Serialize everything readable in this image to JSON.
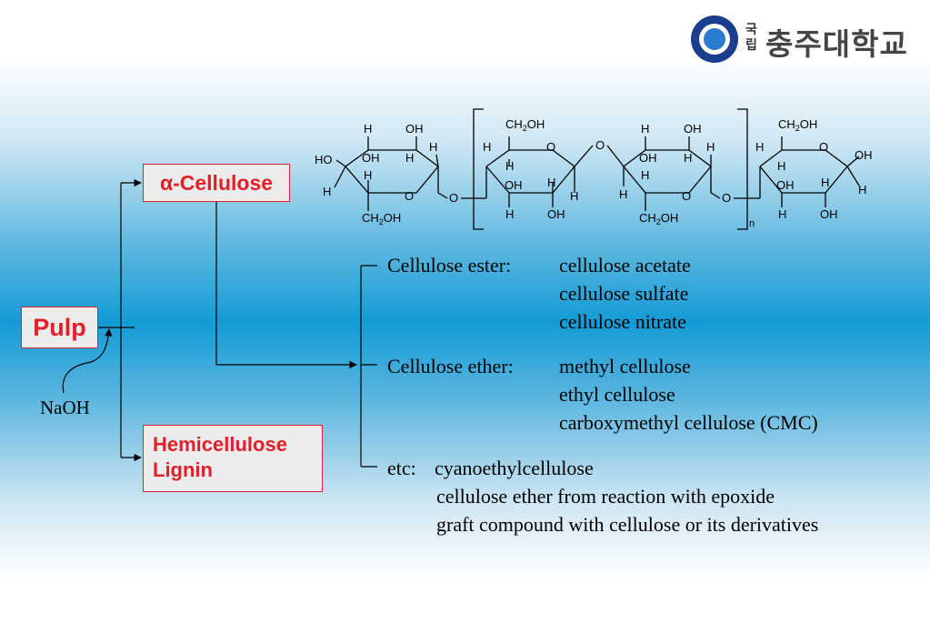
{
  "logo": {
    "small_text": "국립",
    "name": "충주대학교"
  },
  "boxes": {
    "pulp": "Pulp",
    "alpha_cellulose": "α-Cellulose",
    "hemicellulose": "Hemicellulose",
    "lignin": "Lignin"
  },
  "reagent": "NaOH",
  "derivatives": {
    "ester": {
      "label": "Cellulose ester:",
      "items": [
        "cellulose acetate",
        "cellulose sulfate",
        "cellulose nitrate"
      ]
    },
    "ether": {
      "label": "Cellulose ether:",
      "items": [
        "methyl cellulose",
        "ethyl cellulose",
        "carboxymethyl cellulose (CMC)"
      ]
    },
    "etc": {
      "label": "etc:",
      "items": [
        "cyanoethylcellulose",
        "cellulose ether from reaction with epoxide",
        "graft compound with cellulose or its derivatives"
      ]
    }
  },
  "structure": {
    "H": "H",
    "OH": "OH",
    "HO": "HO",
    "O": "O",
    "n": "n",
    "ch2oh_a": "CH",
    "ch2oh_sub": "2",
    "ch2oh_b": "OH"
  },
  "colors": {
    "box_border": "#e0202a",
    "box_fill": "#ececec",
    "band": "#139bd6"
  }
}
